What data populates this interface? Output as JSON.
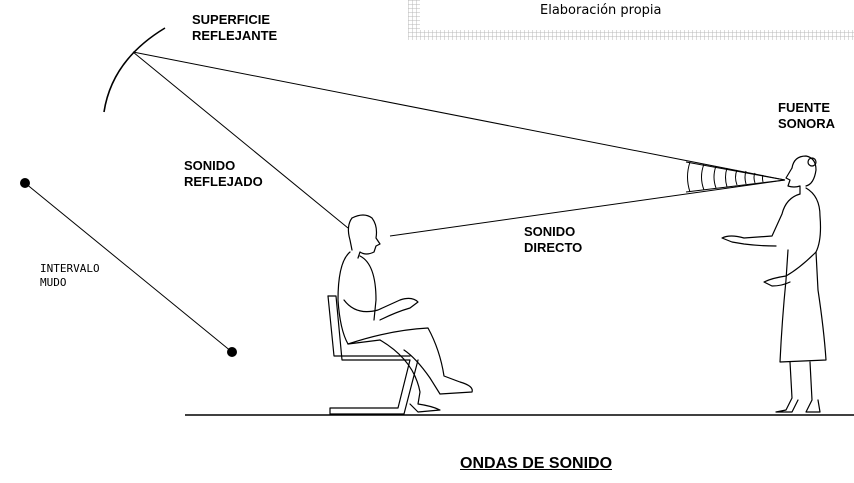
{
  "source_note": "Elaboración propia",
  "labels": {
    "reflective_surface": [
      "SUPERFICIE",
      "REFLEJANTE"
    ],
    "sound_source": [
      "FUENTE",
      "SONORA"
    ],
    "reflected_sound": [
      "SONIDO",
      "REFLEJADO"
    ],
    "direct_sound": [
      "SONIDO",
      "DIRECTO"
    ],
    "silent_interval": [
      "INTERVALO",
      "MUDO"
    ]
  },
  "title": "ONDAS DE SONIDO"
}
